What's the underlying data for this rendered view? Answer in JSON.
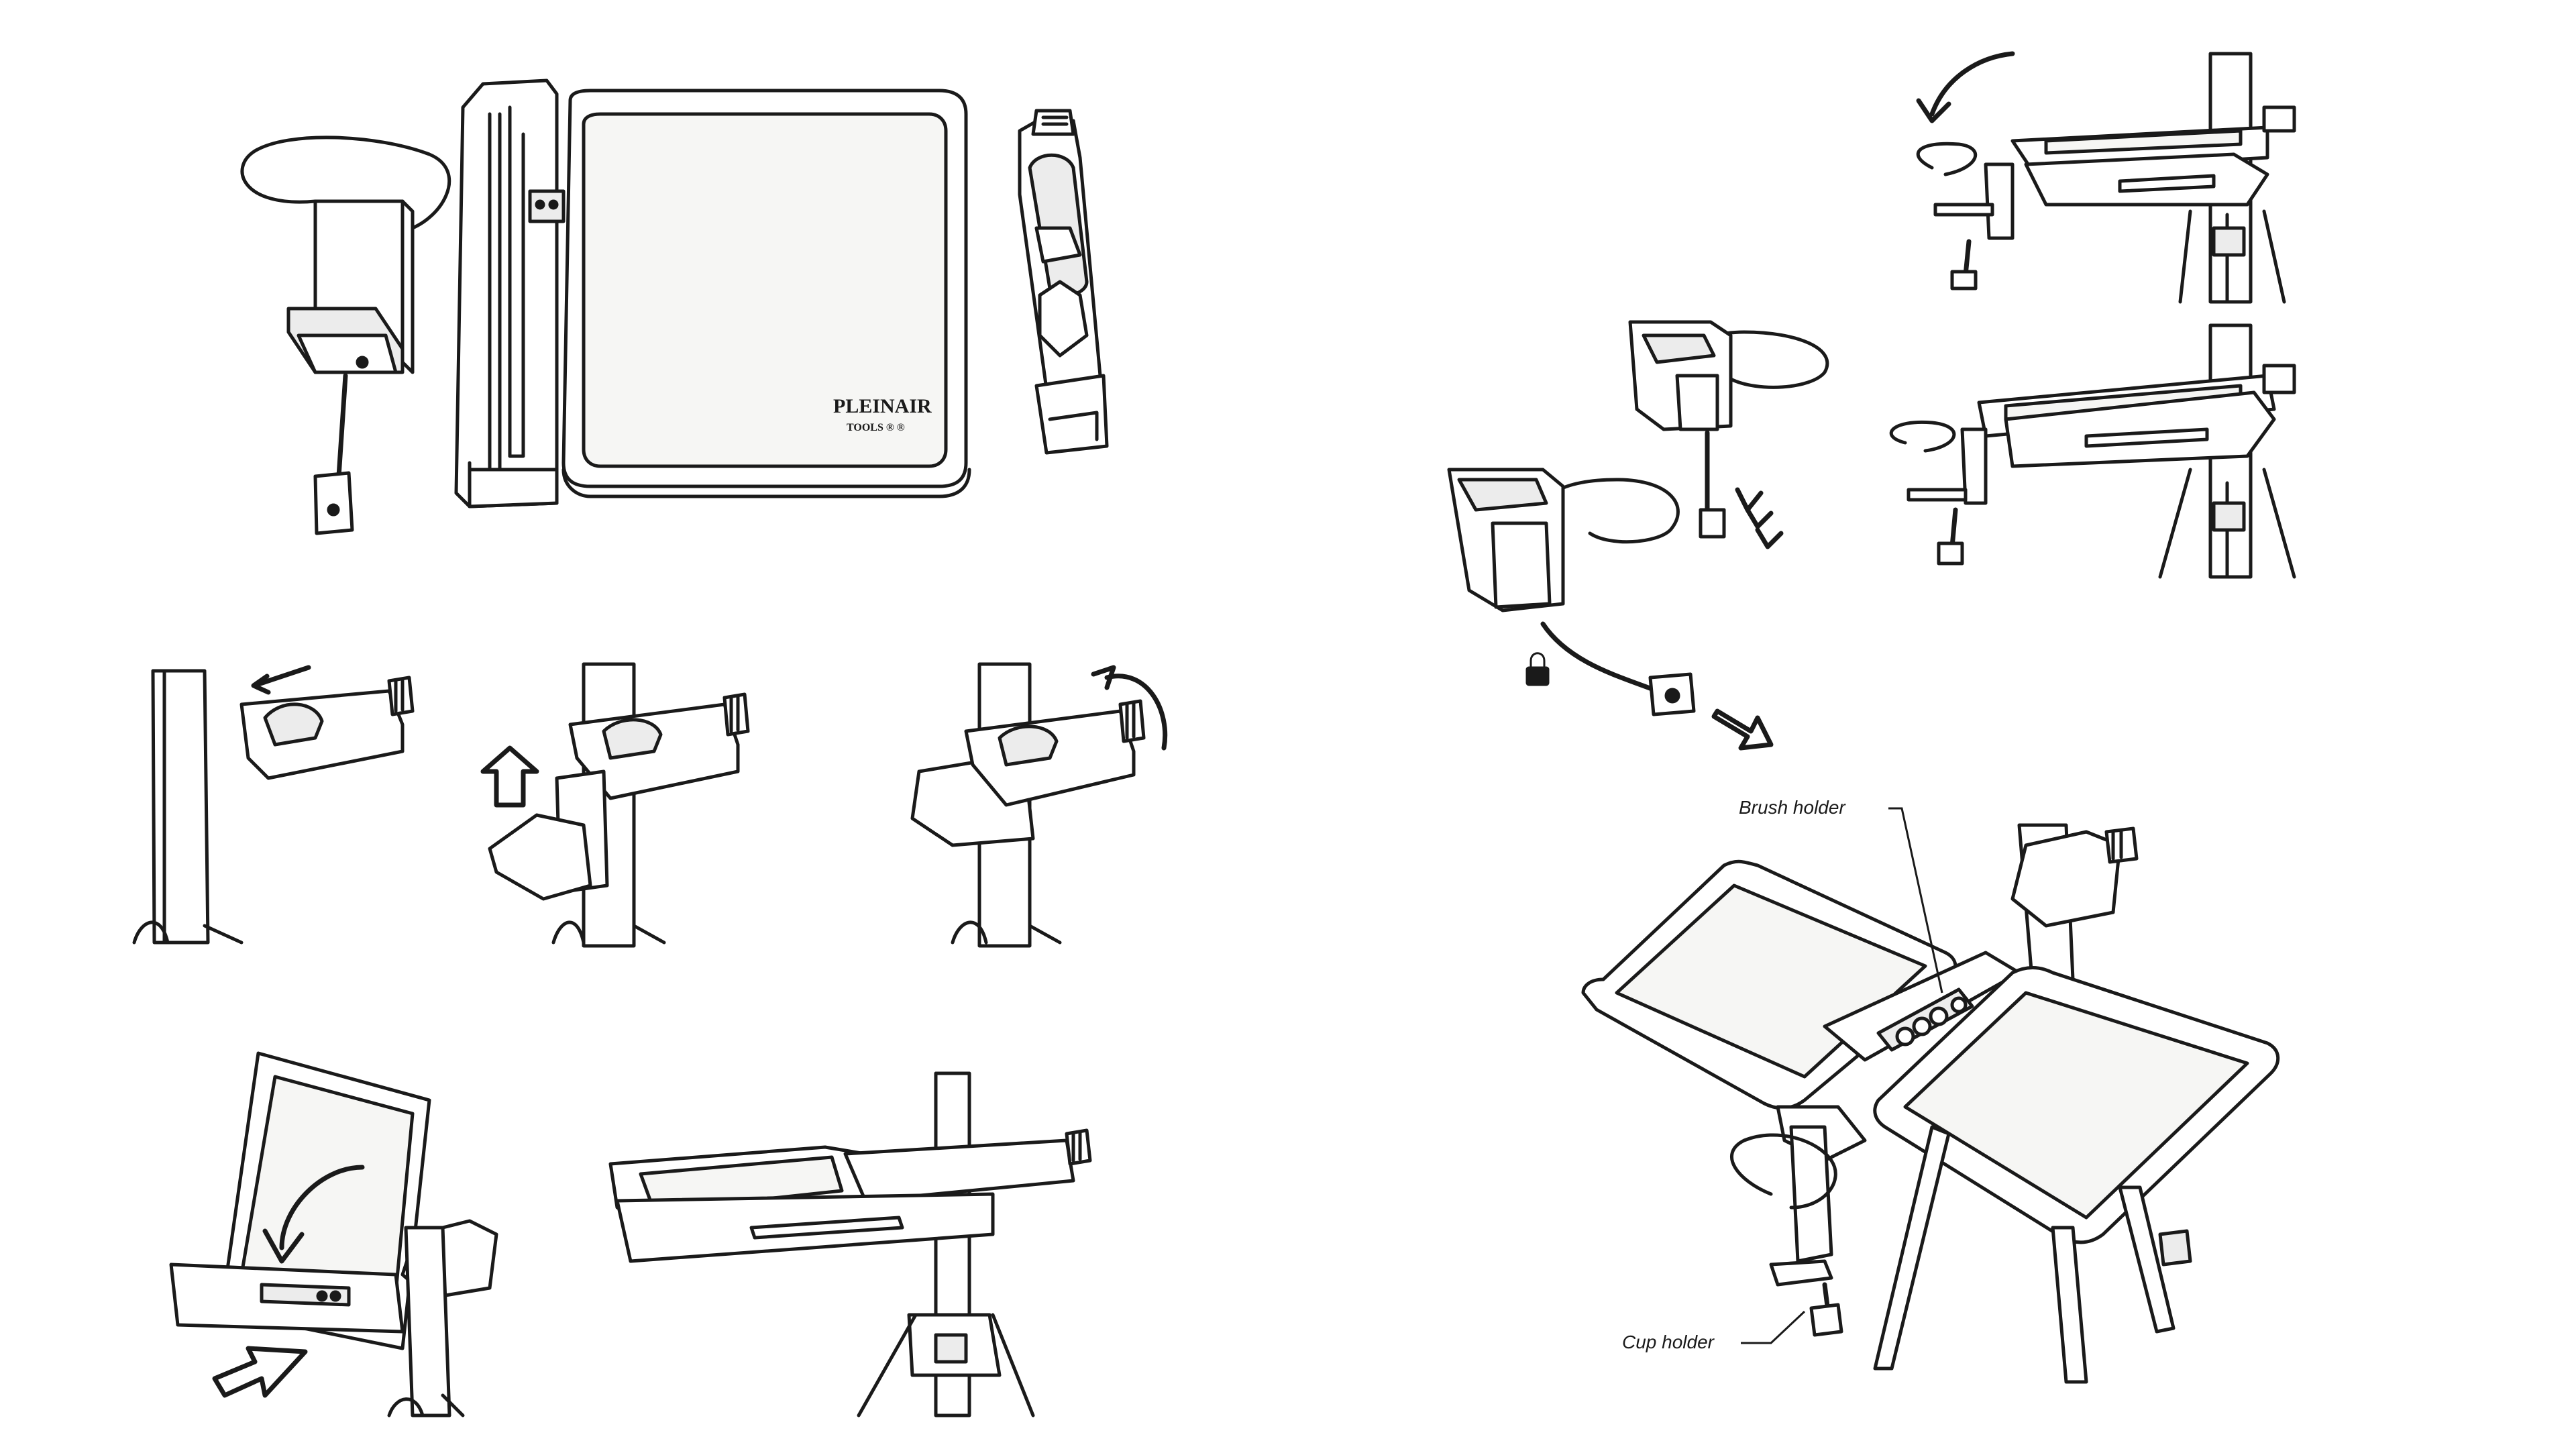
{
  "callouts": {
    "brush_holder": "Brush holder",
    "cup_holder": "Cup holder"
  },
  "logo": {
    "line1": "PLEINAIR",
    "line2": "TOOLS ® ®"
  },
  "colors": {
    "line": "#1a1a1a",
    "background": "#ffffff",
    "panel": "#f6f6f4"
  },
  "icons": [
    "lock-icon",
    "arrow-icon",
    "curved-arrow-icon",
    "chevron-arrow-icon"
  ]
}
